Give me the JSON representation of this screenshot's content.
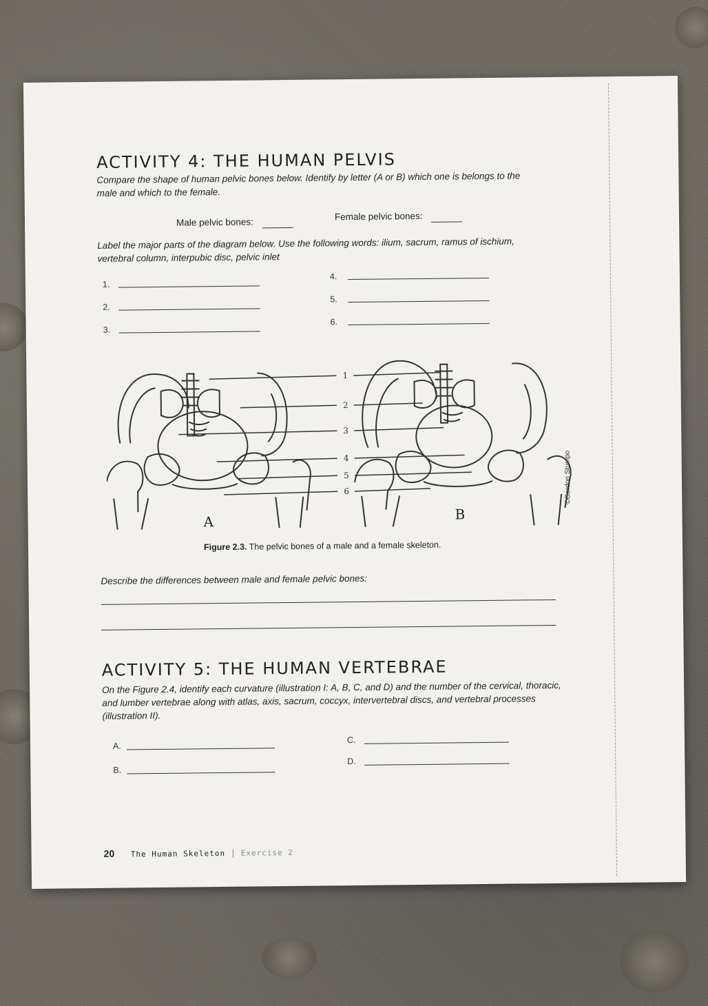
{
  "activity4": {
    "title": "ACTIVITY 4: THE HUMAN PELVIS",
    "instruction": "Compare the shape of human pelvic bones below. Identify by letter (A or B) which one is belongs to the male and which to the female.",
    "male_label": "Male pelvic bones:",
    "female_label": "Female pelvic bones:",
    "label_instruction": "Label the major parts of the diagram below. Use the following words: ilium, sacrum, ramus of ischium, vertebral column, interpubic disc, pelvic inlet",
    "numbers": [
      "1.",
      "2.",
      "3.",
      "4.",
      "5.",
      "6."
    ]
  },
  "figure": {
    "label_a": "A",
    "label_b": "B",
    "callouts": [
      "1",
      "2",
      "3",
      "4",
      "5",
      "6"
    ],
    "credit": "©Gordon Stumpo",
    "caption_bold": "Figure 2.3.",
    "caption_text": "The pelvic bones of a male and a female skeleton."
  },
  "describe": {
    "prompt": "Describe the differences between male and female pelvic bones:"
  },
  "activity5": {
    "title": "ACTIVITY 5: THE HUMAN VERTEBRAE",
    "instruction": "On the Figure 2.4, identify each curvature (illustration I: A, B, C, and D) and the number of the cervical, thoracic, and lumber vertebrae along with atlas, axis, sacrum, coccyx, intervertebral discs, and vertebral processes (illustration II).",
    "letters": [
      "A.",
      "B.",
      "C.",
      "D."
    ]
  },
  "footer": {
    "page": "20",
    "title": "The Human Skeleton",
    "separator": "|",
    "exercise": "Exercise 2"
  }
}
